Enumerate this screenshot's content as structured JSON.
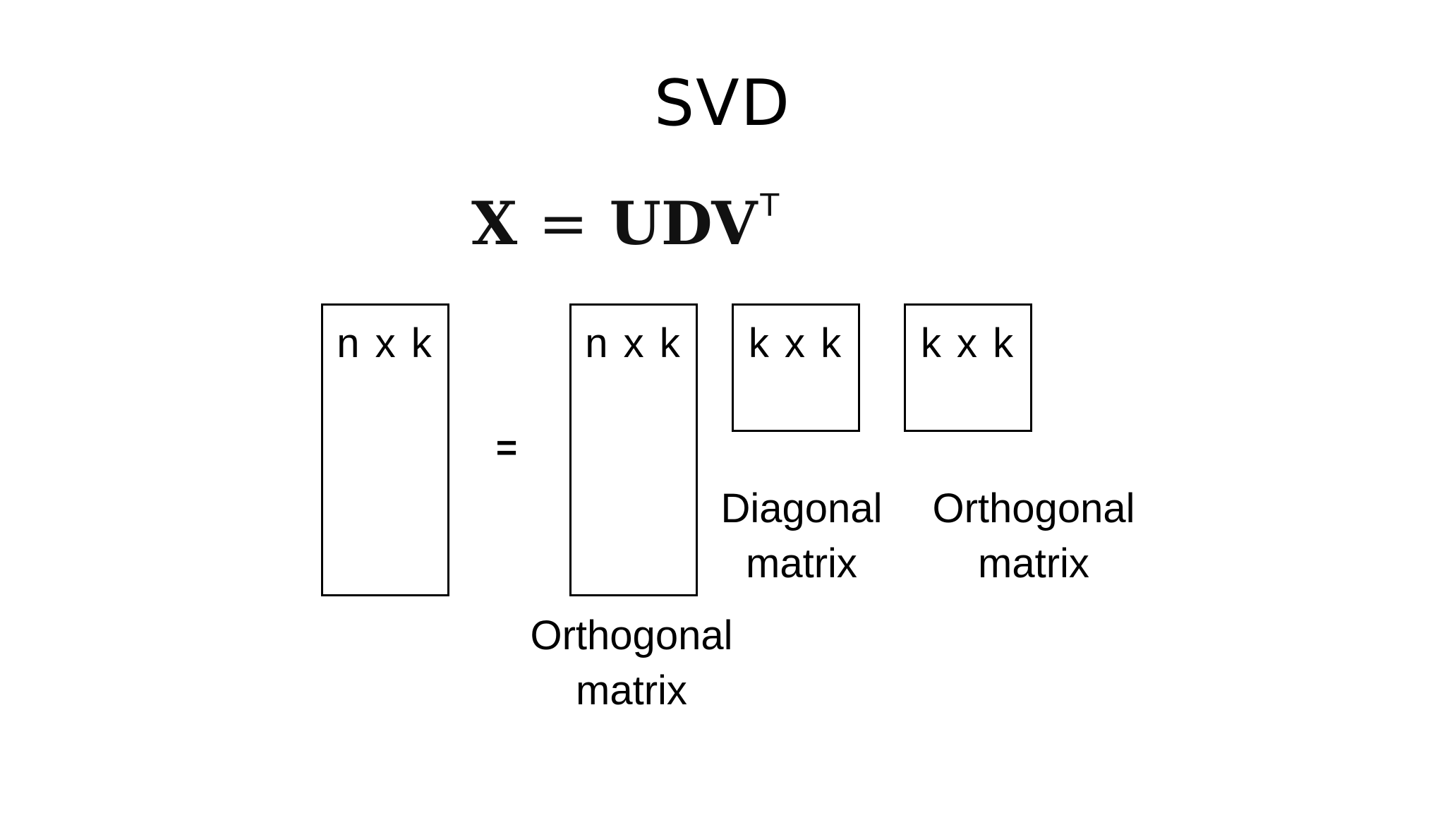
{
  "slide": {
    "title": "SVD",
    "equation": {
      "lhs": "X",
      "equals": "=",
      "rhs": "UDV",
      "superscript": "T"
    },
    "matrices": {
      "x": {
        "dims": "n x k"
      },
      "u": {
        "dims": "n x k",
        "label_line1": "Orthogonal",
        "label_line2": "matrix"
      },
      "d": {
        "dims": "k x k",
        "label_line1": "Diagonal",
        "label_line2": "matrix"
      },
      "vt": {
        "dims": "k x k",
        "label_line1": "Orthogonal",
        "label_line2": "matrix"
      }
    },
    "equals_sign": "="
  }
}
